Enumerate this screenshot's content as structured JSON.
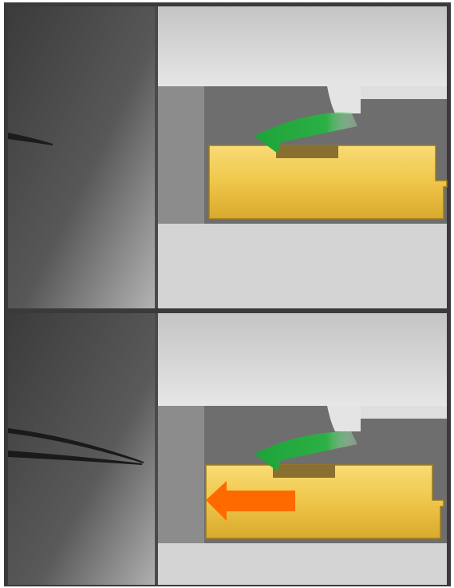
{
  "figure": {
    "panels": [
      {
        "id": "top",
        "guide_blade": "single-line",
        "arrows": [
          "green-curved-arrow"
        ]
      },
      {
        "id": "bottom",
        "guide_blade": "double-line",
        "arrows": [
          "green-curved-arrow",
          "orange-left-arrow"
        ]
      }
    ],
    "colors": {
      "border": "#3a3a3a",
      "left_panel_dark": "#3d3d3d",
      "left_panel_light": "#a6a6a6",
      "light_gray": "#d6d6d6",
      "pillar_gray": "#8a8a8a",
      "channel_gray": "#6e6e6e",
      "gold": "#f2c84b",
      "gold_dark": "#b08a1e",
      "notch_brown": "#8a7030",
      "green_arrow": "#1ea33a",
      "orange_arrow": "#ff6a00"
    }
  }
}
